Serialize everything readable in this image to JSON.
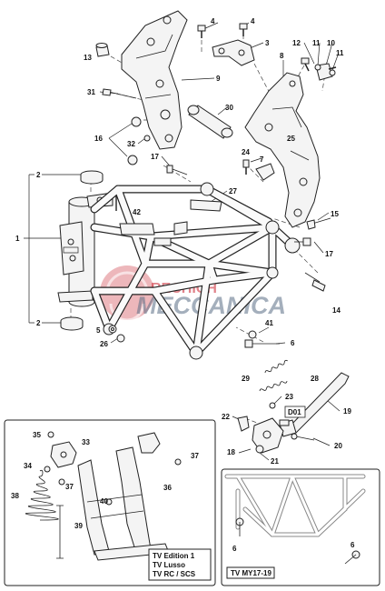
{
  "diagram": {
    "callouts": {
      "c1": "1",
      "c2a": "2",
      "c2b": "2",
      "c3": "3",
      "c4a": "4",
      "c4b": "4",
      "c5": "5",
      "c6a": "6",
      "c6b": "6",
      "c6c": "6",
      "c7": "7",
      "c8": "8",
      "c9": "9",
      "c10": "10",
      "c11a": "11",
      "c11b": "11",
      "c12": "12",
      "c13": "13",
      "c14": "14",
      "c15": "15",
      "c16": "16",
      "c17a": "17",
      "c17b": "17",
      "c18": "18",
      "c19": "19",
      "c20": "20",
      "c21": "21",
      "c22": "22",
      "c23": "23",
      "c24": "24",
      "c25": "25",
      "c26": "26",
      "c27": "27",
      "c28": "28",
      "c29": "29",
      "c30": "30",
      "c31": "31",
      "c32": "32",
      "c33": "33",
      "c34": "34",
      "c35": "35",
      "c36": "36",
      "c37a": "37",
      "c37b": "37",
      "c38": "38",
      "c39": "39",
      "c40": "40",
      "c41": "41",
      "c42": "42",
      "d01": "D01"
    },
    "inset_left": {
      "variant_line1": "TV Edition 1",
      "variant_line2": "TV Lusso",
      "variant_line3": "TV RC / SCS"
    },
    "inset_right": {
      "variant_label": "TV MY17-19"
    },
    "watermark": {
      "top_text": "RECHICH",
      "main_text": "MECCANICA",
      "brand_color": "#c81e2a"
    }
  }
}
